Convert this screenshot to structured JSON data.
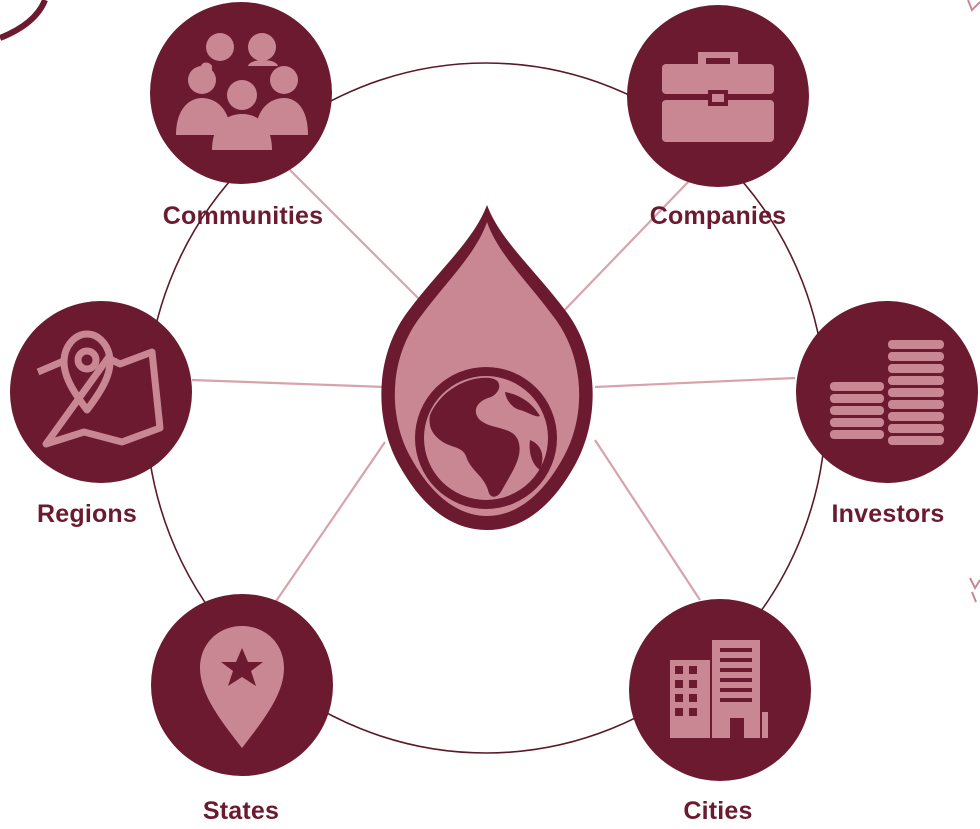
{
  "colors": {
    "primary": "#6b1a30",
    "light": "#c98793",
    "line_light": "#d7a3ac",
    "ring": "#5a1a28"
  },
  "center": {
    "icon": "globe-droplet-icon"
  },
  "nodes": [
    {
      "id": "communities",
      "label": "Communities",
      "icon": "people-icon"
    },
    {
      "id": "companies",
      "label": "Companies",
      "icon": "briefcase-icon"
    },
    {
      "id": "regions",
      "label": "Regions",
      "icon": "map-pin-icon"
    },
    {
      "id": "investors",
      "label": "Investors",
      "icon": "coins-icon"
    },
    {
      "id": "states",
      "label": "States",
      "icon": "location-star-icon"
    },
    {
      "id": "cities",
      "label": "Cities",
      "icon": "buildings-icon"
    }
  ]
}
